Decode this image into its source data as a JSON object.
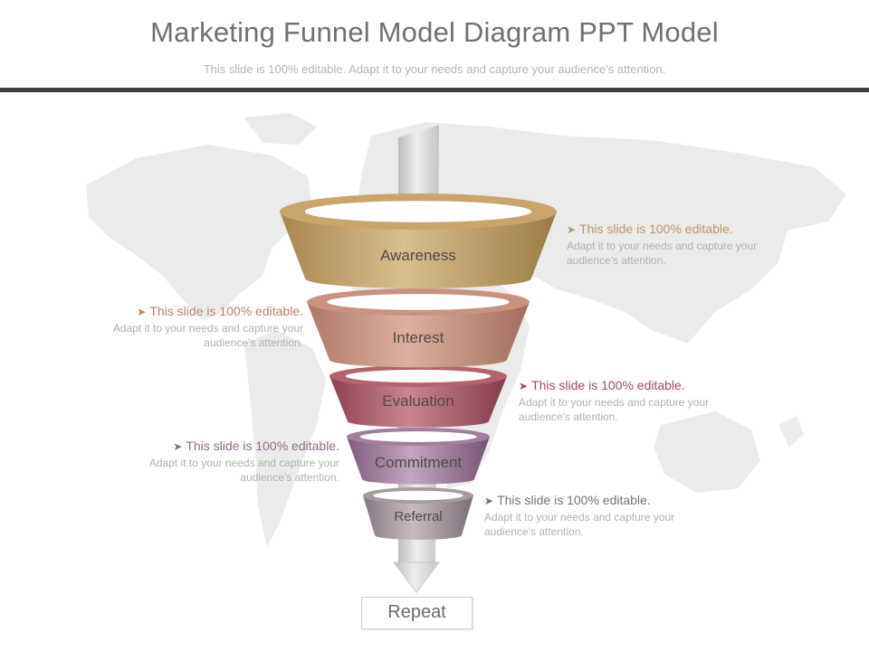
{
  "header": {
    "title": "Marketing Funnel Model Diagram PPT Model",
    "subtitle": "This slide is 100% editable. Adapt it to your needs and capture your audience's attention."
  },
  "funnel": {
    "stages": [
      {
        "label": "Awareness",
        "color": "#c9a56b"
      },
      {
        "label": "Interest",
        "color": "#c99380"
      },
      {
        "label": "Evaluation",
        "color": "#b5626c"
      },
      {
        "label": "Commitment",
        "color": "#a37e9d"
      },
      {
        "label": "Referral",
        "color": "#a89aa1"
      }
    ],
    "repeat_label": "Repeat"
  },
  "notes": [
    {
      "head": "This slide is 100% editable.",
      "body": "Adapt it to your needs and capture your audience's attention.",
      "color": "#b99868"
    },
    {
      "head": "This slide is 100% editable.",
      "body": "Adapt it to your needs and capture your audience's attention.",
      "color": "#b58470"
    },
    {
      "head": "This slide is 100% editable.",
      "body": "Adapt it to your needs and capture your audience's attention.",
      "color": "#a34c5a"
    },
    {
      "head": "This slide is 100% editable.",
      "body": "Adapt it to your needs and capture your audience's attention.",
      "color": "#8f6a8c"
    },
    {
      "head": "This slide is 100% editable.",
      "body": "Adapt it to your needs and capture your audience's attention.",
      "color": "#7b6f76"
    }
  ],
  "icons": {
    "bullet": "chevron-right-icon",
    "arrow": "down-arrow-icon",
    "map": "world-map"
  }
}
